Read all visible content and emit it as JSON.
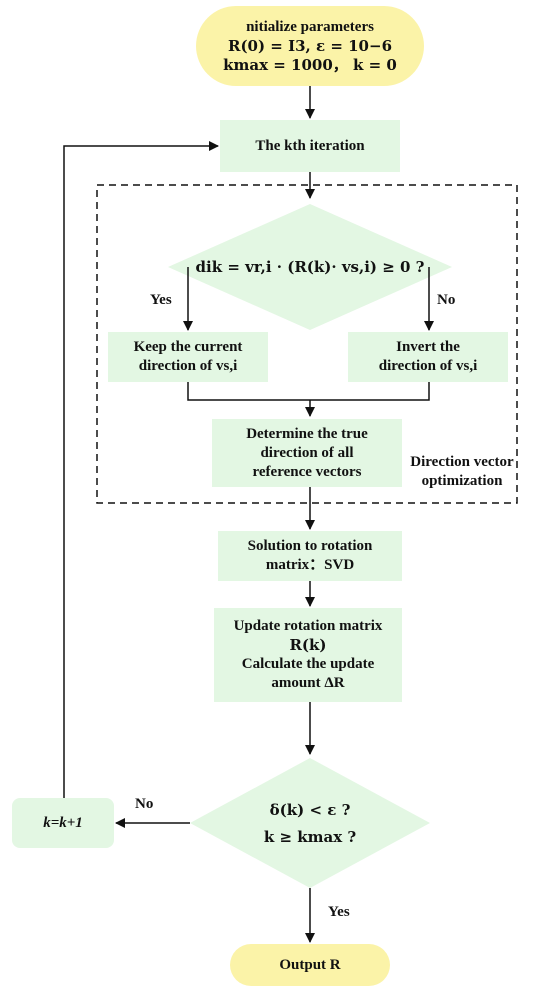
{
  "start": {
    "line1": "nitialize parameters",
    "line2": "R(0) = I3, ε = 10−6",
    "line3": "kmax = 1000，  k = 0"
  },
  "iteration": {
    "label": "The kth iteration"
  },
  "decision_direction": {
    "label": "dik = vr,i · (R(k)· vs,i) ≥ 0 ?"
  },
  "branch_yes": {
    "label": "Yes"
  },
  "branch_no": {
    "label": "No"
  },
  "keep": {
    "line1": "Keep the current",
    "line2": "direction of vs,i"
  },
  "invert": {
    "line1": "Invert the",
    "line2": "direction of vs,i"
  },
  "determine": {
    "line1": "Determine the true",
    "line2": "direction of all",
    "line3": "reference vectors"
  },
  "group_label": {
    "line1": "Direction vector",
    "line2": "optimization"
  },
  "svd": {
    "line1": "Solution to rotation",
    "line2": "matrix：SVD"
  },
  "update": {
    "line1": "Update rotation matrix",
    "line2": "R(k)",
    "line3": "Calculate the update",
    "line4": "amount ΔR"
  },
  "decision_converge": {
    "line1": "δ(k) < ε ?",
    "line2": "k ≥ kmax ?"
  },
  "increment": {
    "label": "k=k+1"
  },
  "converge_no": {
    "label": "No"
  },
  "converge_yes": {
    "label": "Yes"
  },
  "output": {
    "label": "Output R"
  },
  "colors": {
    "box_fill": "#e3f7e3",
    "terminal_fill": "#fbf3a8",
    "line": "#111111"
  }
}
